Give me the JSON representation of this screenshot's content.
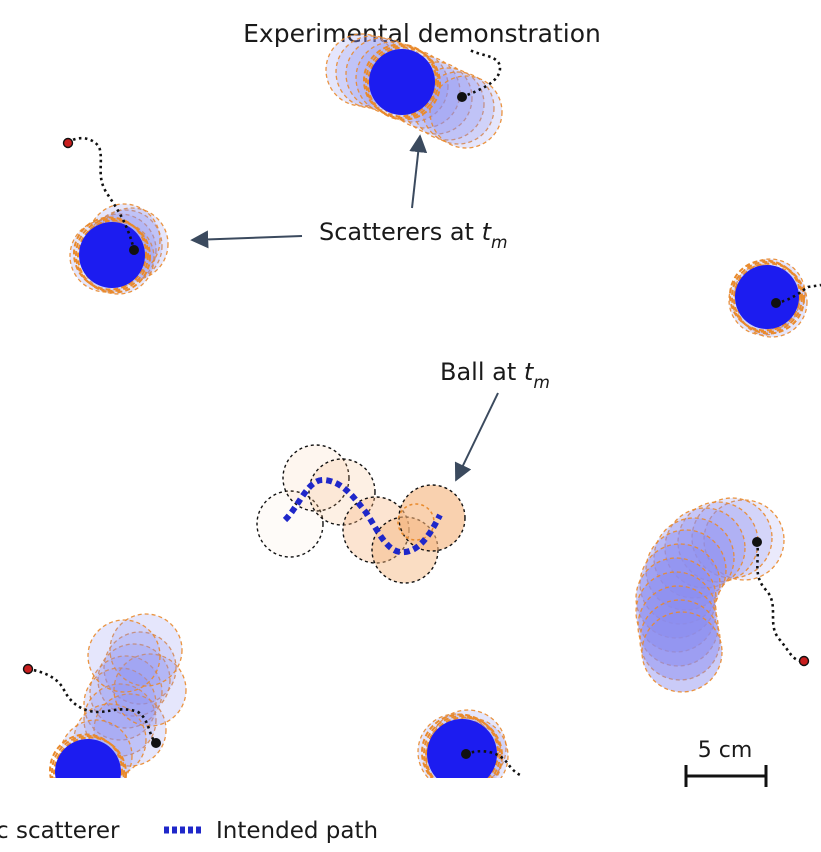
{
  "title": "Experimental demonstration",
  "annotations": {
    "scatterers_prefix": "Scatterers at ",
    "ball_prefix": "Ball at ",
    "time_symbol": "t",
    "time_subscript": "m"
  },
  "scale_bar": {
    "label": "5 cm"
  },
  "legend": {
    "scatterer_label": "c scatterer",
    "path_label": "Intended path"
  },
  "colors": {
    "scatterer_fill": "#1c1cf0",
    "scatterer_ghost": "#8a8cf0",
    "scatterer_outline": "#e98a2c",
    "ball_fill": "#f5b37a",
    "path": "#1f27c9",
    "trajectory": "#111111",
    "start_marker": "#c81e1e",
    "arrow": "#3b4a5e"
  }
}
